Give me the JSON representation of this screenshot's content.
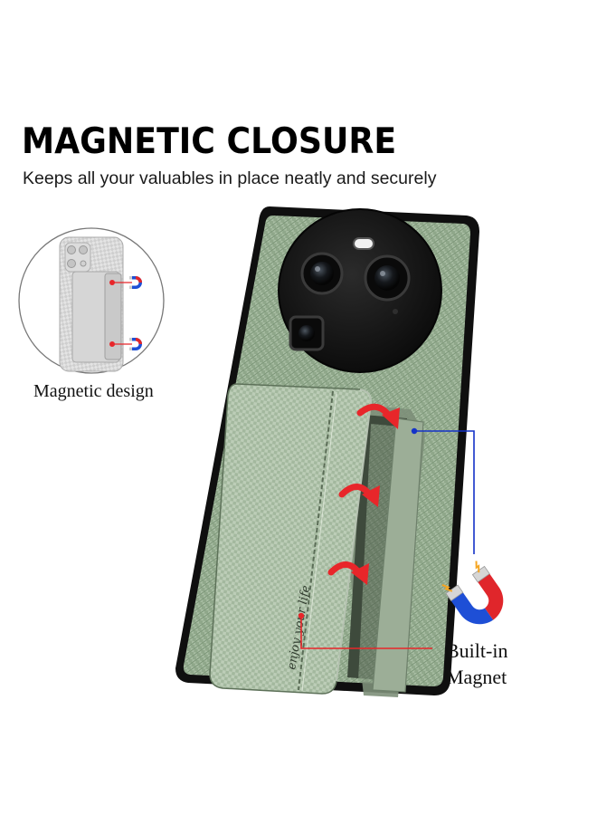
{
  "header": {
    "title": "MAGNETIC CLOSURE",
    "subtitle": "Keeps all your valuables in place neatly and securely"
  },
  "inset": {
    "caption": "Magnetic design"
  },
  "callout": {
    "line1": "Built-in",
    "line2": "Magnet"
  },
  "card": {
    "script_text": "enjoy your life"
  },
  "colors": {
    "case_green": "#8fa78a",
    "camera_black": "#151515",
    "arrow_red": "#e8262a",
    "leader_blue": "#1432c8",
    "magnet_red": "#e0262b",
    "magnet_blue": "#1e4fd6"
  }
}
